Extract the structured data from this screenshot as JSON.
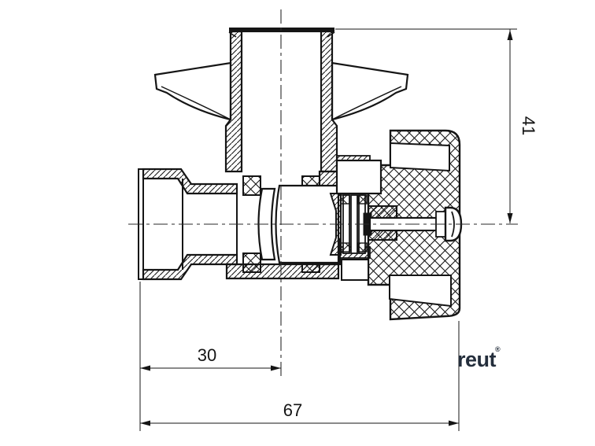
{
  "drawing": {
    "dimensions": {
      "vertical": {
        "label": "41"
      },
      "inlet": {
        "label": "30"
      },
      "overall": {
        "label": "67"
      }
    },
    "logo": {
      "text": "reut",
      "mark": "®"
    },
    "colors": {
      "ink": "#151515",
      "logo": "#242e3c",
      "background": "#ffffff"
    }
  }
}
